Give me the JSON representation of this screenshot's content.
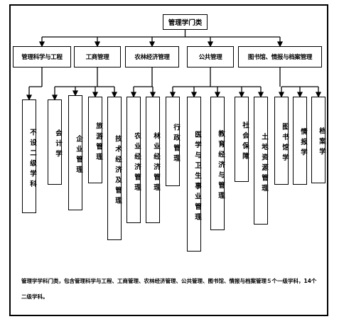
{
  "root": "管理学门类",
  "categories": [
    {
      "label": "管理科学与工程",
      "subjects": [
        "不设二级学科"
      ]
    },
    {
      "label": "工商管理",
      "subjects": [
        "会计学",
        "企业管理",
        "旅游管理",
        "技术经济及管理"
      ]
    },
    {
      "label": "农林经济管理",
      "subjects": [
        "农业经济管理",
        "林业经济管理"
      ]
    },
    {
      "label": "公共管理",
      "subjects": [
        "行政管理",
        "医学与卫生事业管理",
        "教育经济与管理",
        "社会保障",
        "土地资源管理"
      ]
    },
    {
      "label": "图书馆、情报与档案管理",
      "subjects": [
        "图书馆学",
        "情报学",
        "档案学"
      ]
    }
  ],
  "caption": "管理学学科门类，包含管理科学与工程、工商管理、农林经济管理、公共管理、图书馆、情报与档案管理５个一级学科，14个二级学科。"
}
